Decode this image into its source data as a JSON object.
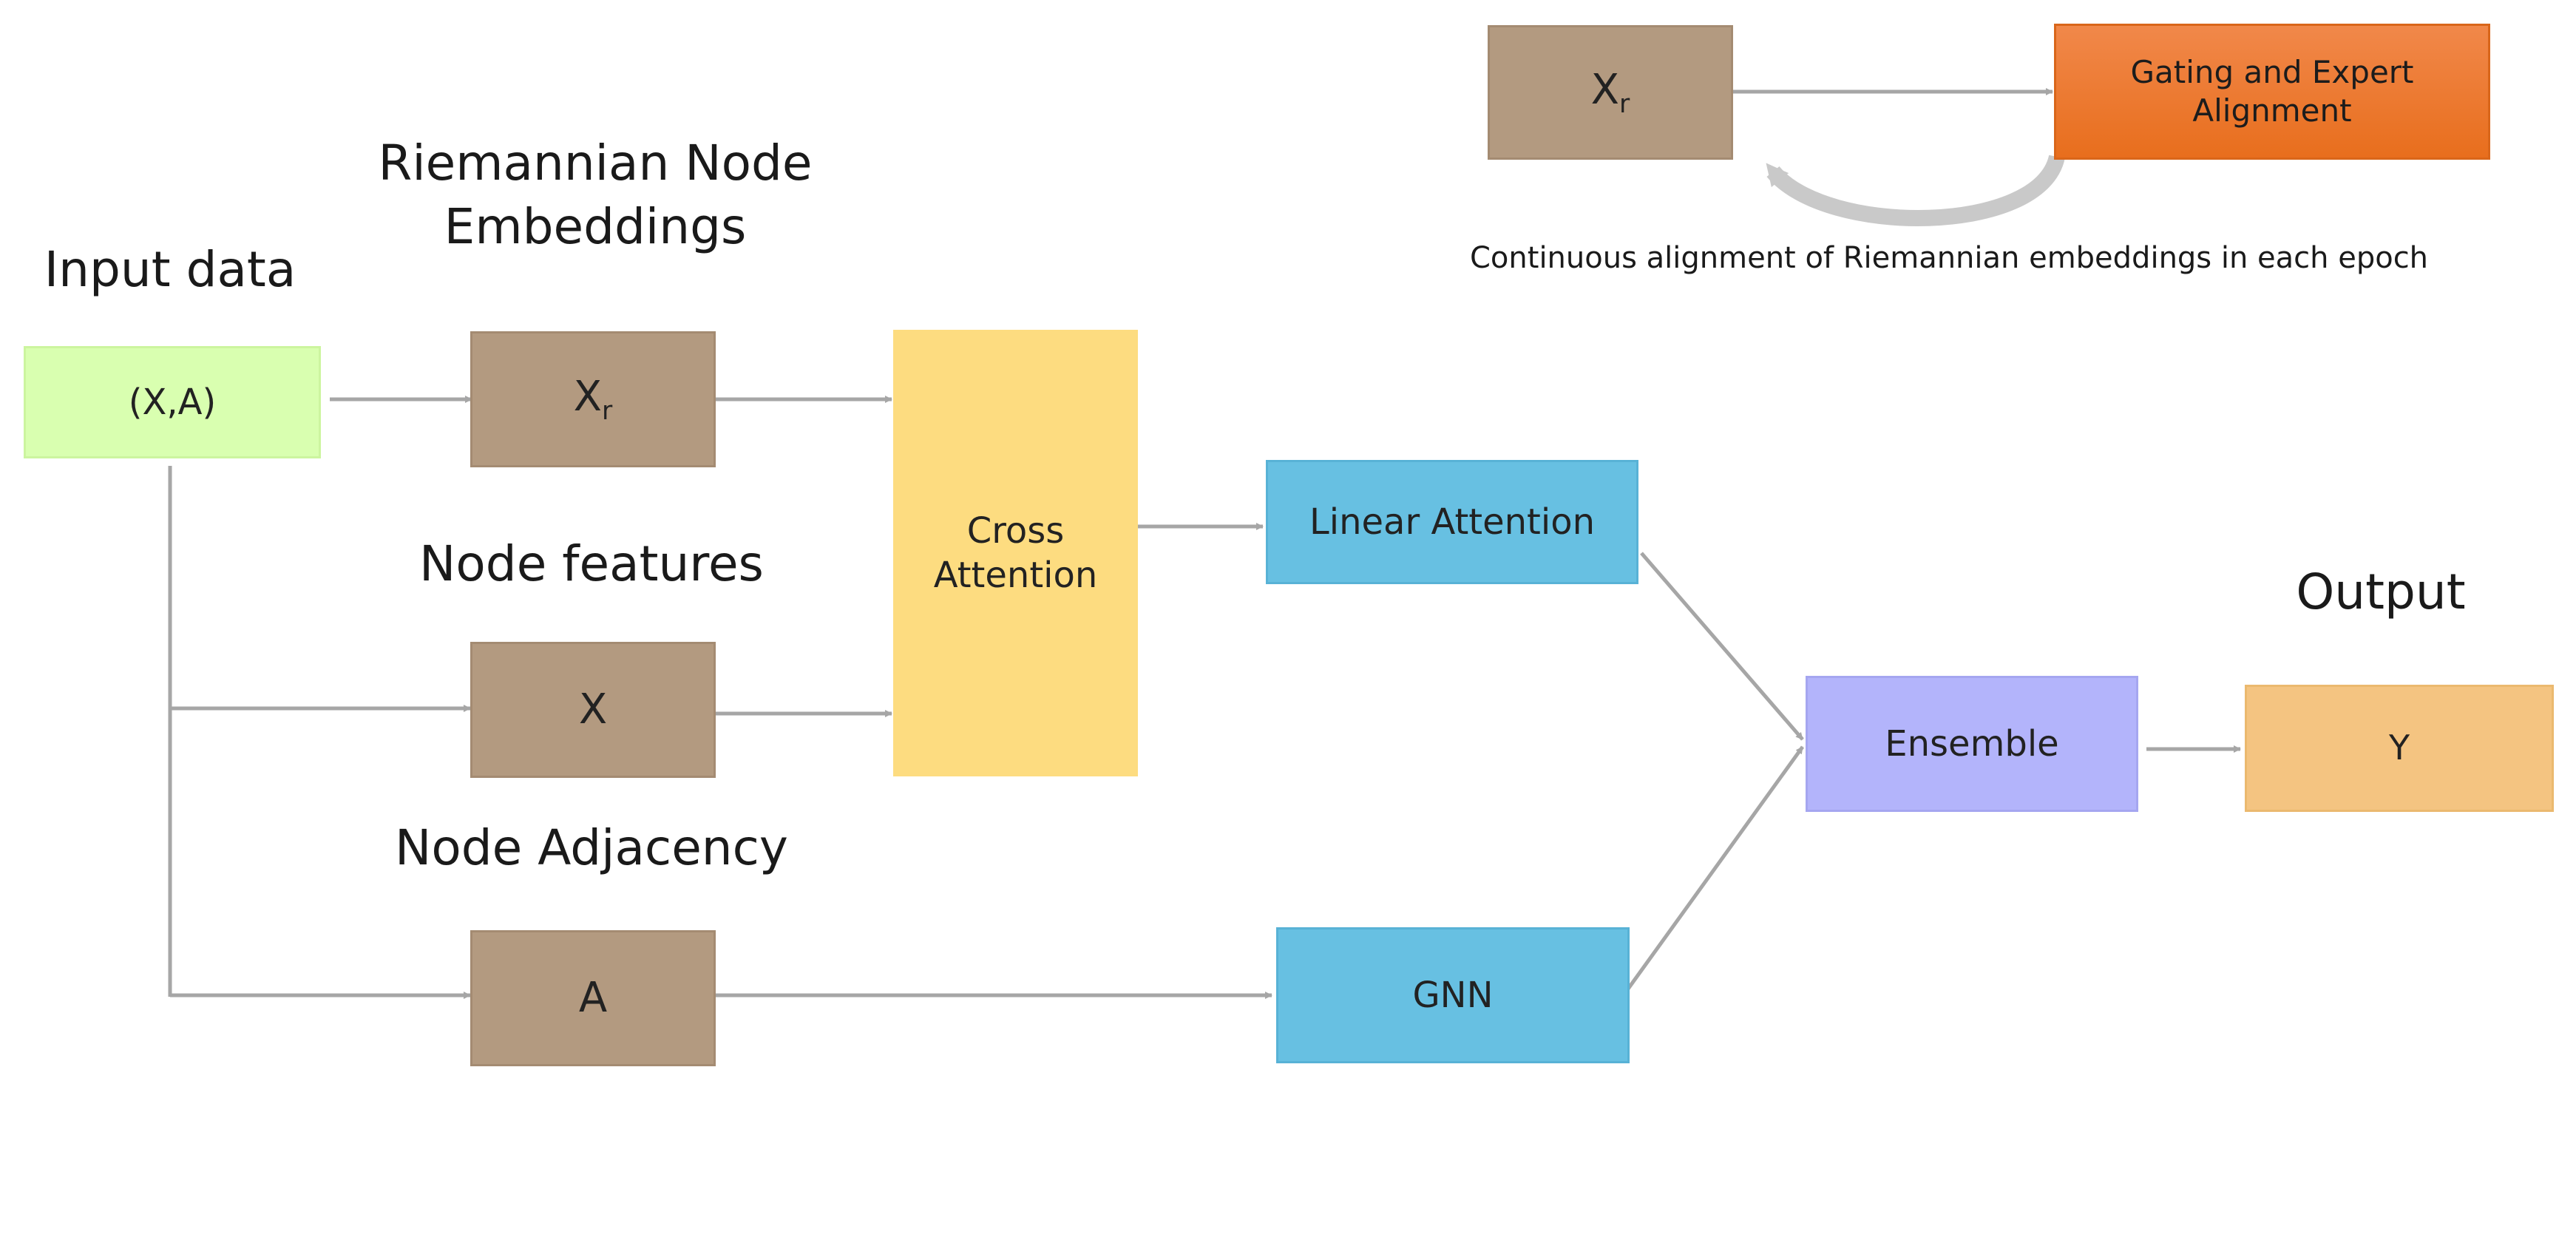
{
  "labels": {
    "input_data": "Input data",
    "riemannian_node_embeddings": "Riemannian Node\nEmbeddings",
    "node_features": "Node features",
    "node_adjacency": "Node Adjacency",
    "output": "Output"
  },
  "nodes": {
    "input": "(X,A)",
    "xr_main": "X",
    "xr_sub": "r",
    "x": "X",
    "a": "A",
    "cross_attention": "Cross\nAttention",
    "linear_attention": "Linear Attention",
    "gnn": "GNN",
    "ensemble": "Ensemble",
    "y": "Y"
  },
  "legend": {
    "xr_main": "X",
    "xr_sub": "r",
    "gating": "Gating and Expert\nAlignment",
    "caption": "Continuous alignment of Riemannian embeddings in each epoch"
  },
  "colors": {
    "embedding_box": "#b39a80",
    "input_box": "#d9ffb0",
    "cross_attention": "#fddc80",
    "attention_blue": "#67c0e2",
    "ensemble": "#b3b4fb",
    "output": "#f4c481",
    "gating": "#e86e1d",
    "arrow": "#a6a6a6"
  }
}
